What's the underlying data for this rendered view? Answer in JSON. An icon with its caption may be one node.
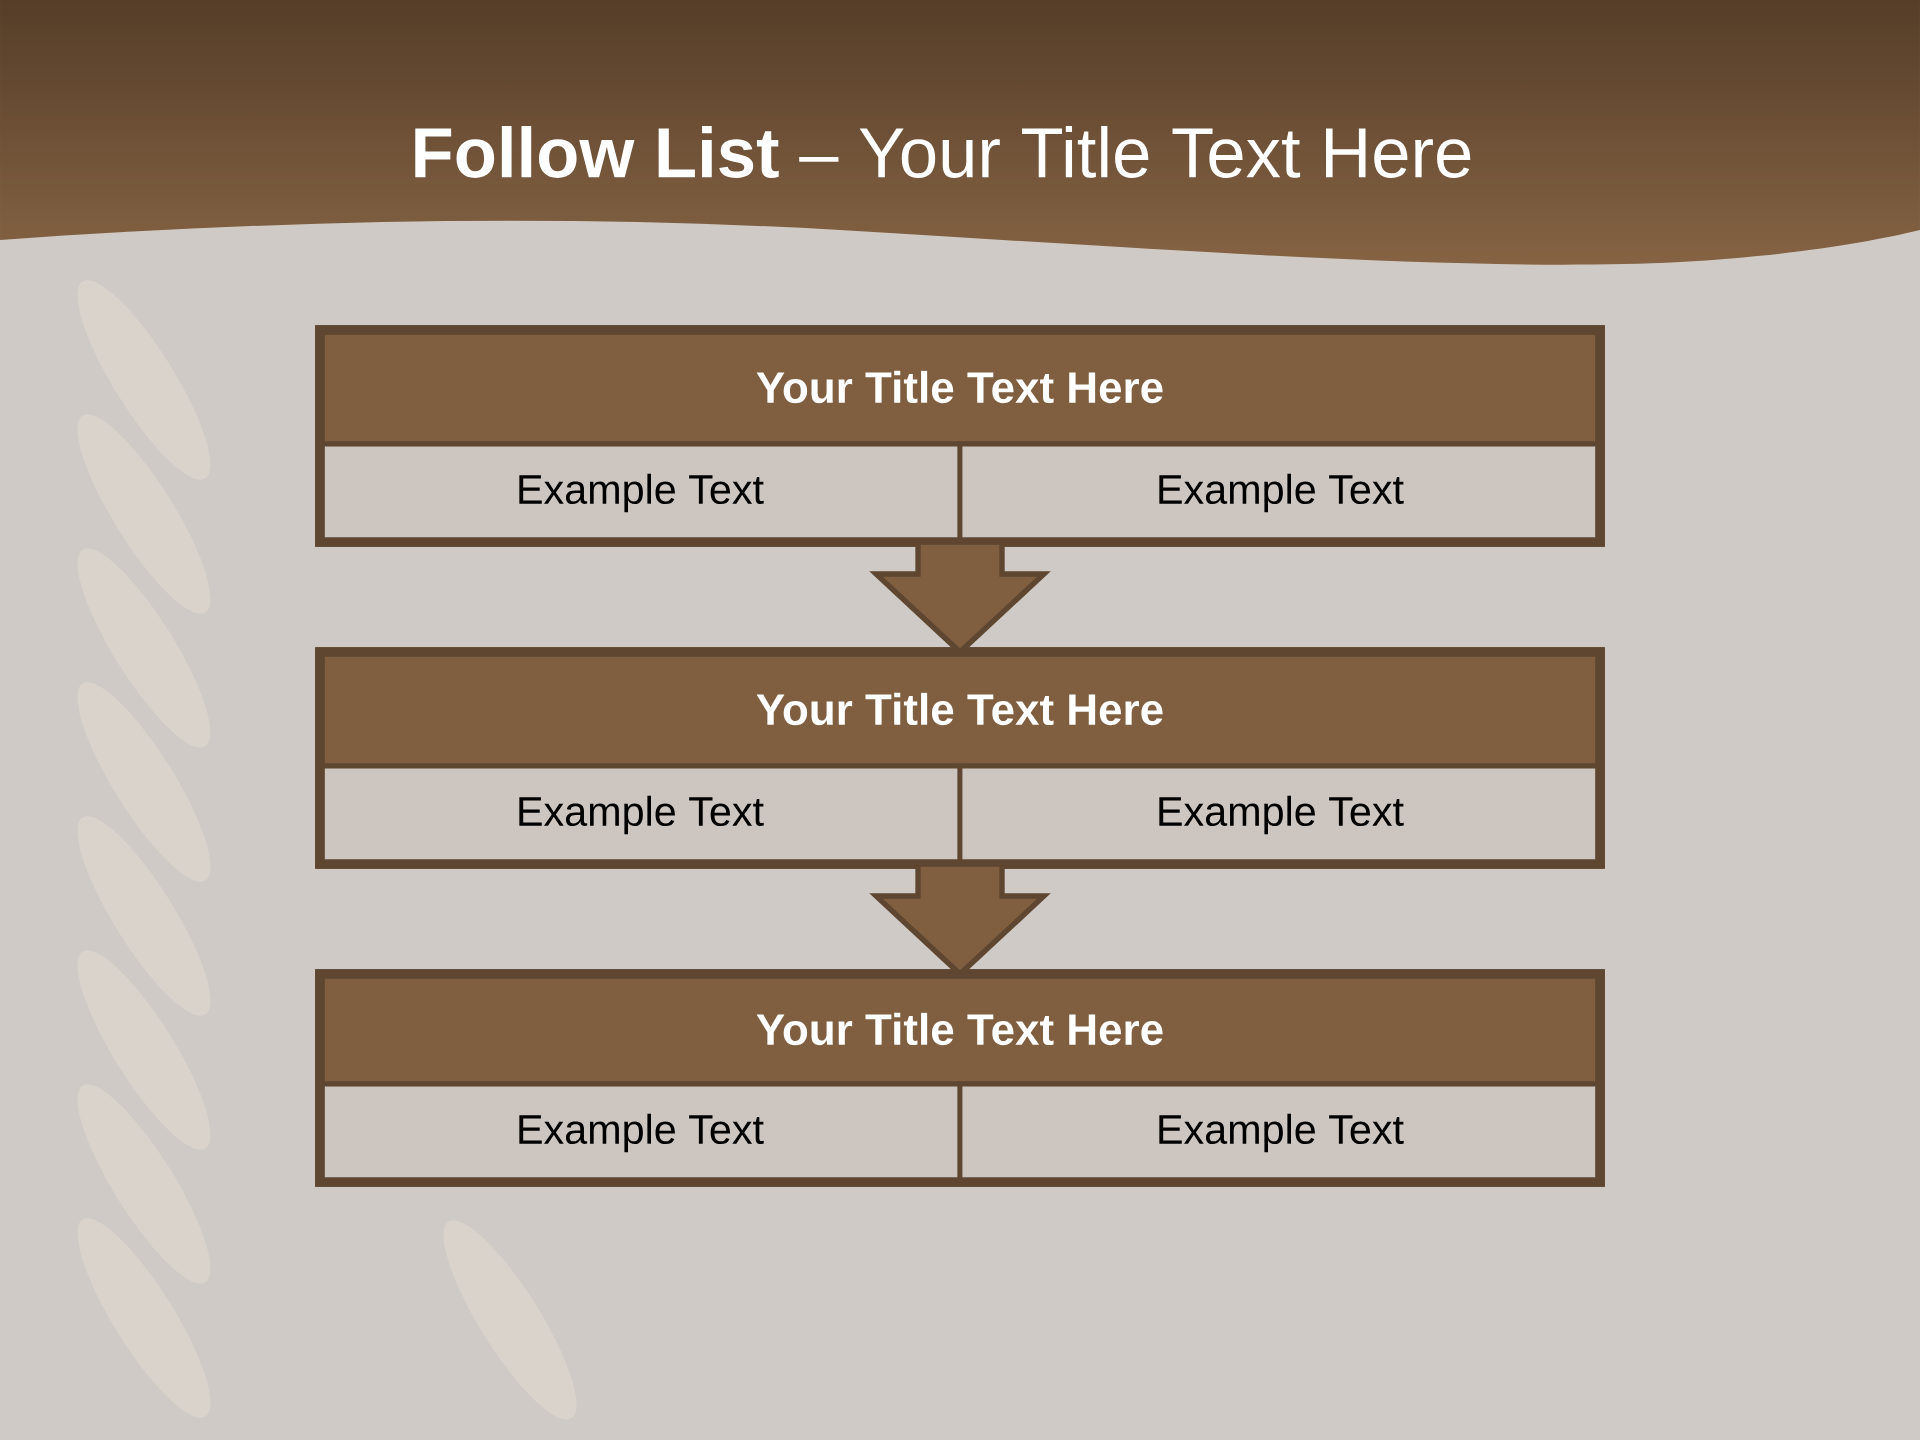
{
  "diagram": {
    "title": "**Follow List** – Your Title Text Here",
    "nodes": [
      {
        "text": [],
        "shape": "box"
      },
      {
        "text": [
          "Your Title Text Here"
        ],
        "in": 0
      },
      {
        "text": [
          "Example Text"
        ],
        "in": 0
      },
      {
        "text": [
          "Example Text"
        ],
        "in": 0
      },
      {
        "text": [],
        "shape": "box"
      },
      {
        "text": [
          "Your Title Text Here"
        ],
        "in": 4
      },
      {
        "text": [
          "Example Text"
        ],
        "in": 4
      },
      {
        "text": [
          "Example Text"
        ],
        "in": 4
      },
      {
        "text": [],
        "shape": "box"
      },
      {
        "text": [
          "Your Title Text Here"
        ],
        "in": 8
      },
      {
        "text": [
          "Example Text"
        ],
        "in": 8
      },
      {
        "text": [
          "Example Text"
        ],
        "in": 8
      }
    ],
    "edges": [
      {
        "from": 0,
        "to": 4,
        "arrow": "to"
      },
      {
        "from": 4,
        "to": 8,
        "arrow": "to"
      }
    ]
  }
}
